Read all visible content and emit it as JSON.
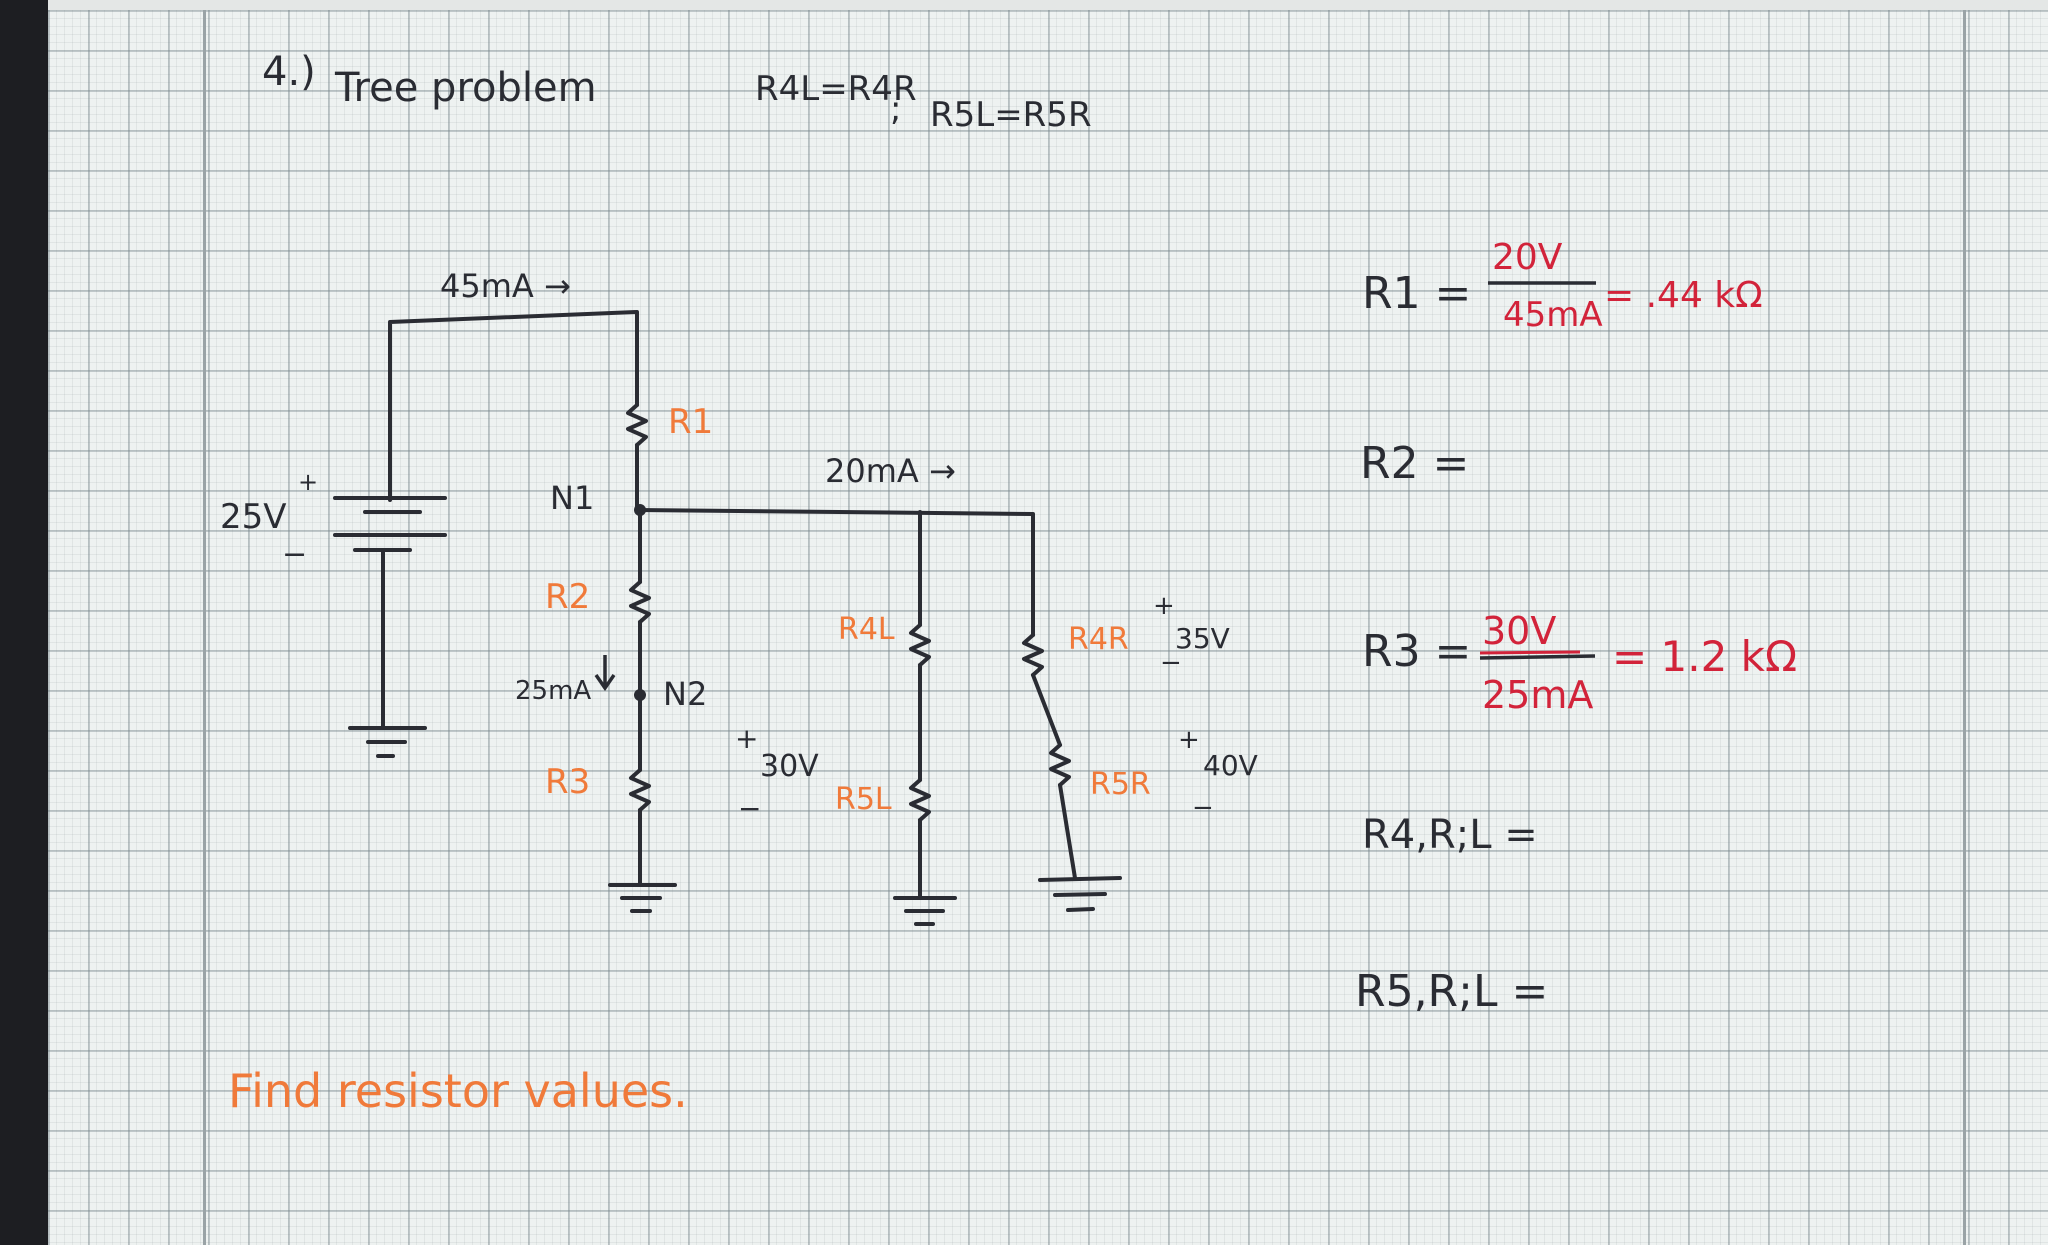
{
  "header": {
    "problem_number": "4.)",
    "title": "Tree problem",
    "constraint_1": "R4L=R4R",
    "separator": ";",
    "constraint_2": "R5L=R5R"
  },
  "circuit": {
    "source_voltage": "25V",
    "source_plus": "+",
    "source_minus": "−",
    "current_1": "45mA →",
    "current_2": "20mA →",
    "current_3": "25mA",
    "node_1": "N1",
    "node_2": "N2",
    "labels": {
      "r1": "R1",
      "r2": "R2",
      "r3": "R3",
      "r4l": "R4L",
      "r4r": "R4R",
      "r5l": "R5L",
      "r5r": "R5R"
    },
    "v_30": "30V",
    "v_35": "35V",
    "v_40": "40V",
    "plus": "+",
    "minus": "−"
  },
  "equations": {
    "r1_label": "R1 =",
    "r1_num": "20V",
    "r1_den": "45mA",
    "r1_result": "= .44 kΩ",
    "r2_label": "R2 =",
    "r3_label": "R3 =",
    "r3_num": "30V",
    "r3_den": "25mA",
    "r3_result": "= 1.2 kΩ",
    "r4_label": "R4,R;L =",
    "r5_label": "R5,R;L ="
  },
  "footer": {
    "instruction": "Find resistor values."
  },
  "colors": {
    "ink": "#2a2c33",
    "orange": "#f07a3a",
    "red": "#d2233a"
  }
}
